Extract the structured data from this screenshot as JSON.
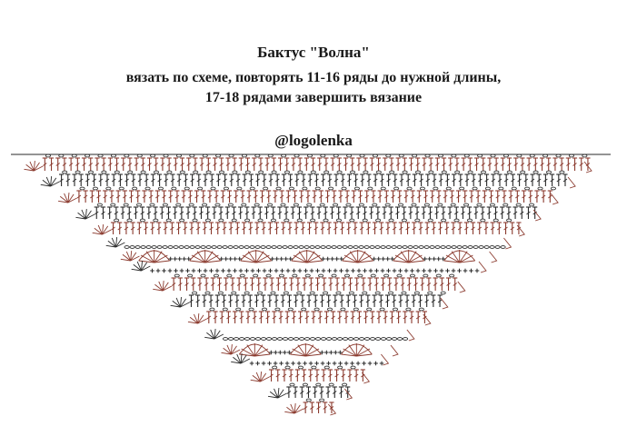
{
  "diagram": {
    "title": "Бактус \"Волна\"",
    "instructions_line1": "вязать по схеме, повторять 11-16 ряды до нужной длины,",
    "instructions_line2": "17-18 рядами завершить вязание",
    "author": "@logolenka",
    "colors": {
      "brown": "#8b3a2e",
      "dark": "#2a2a2a",
      "background": "#ffffff"
    },
    "stitch_types": [
      "double-crochet",
      "chain",
      "single-crochet",
      "shell",
      "fan"
    ],
    "row_count": 18,
    "shape": "inverted-triangle"
  }
}
